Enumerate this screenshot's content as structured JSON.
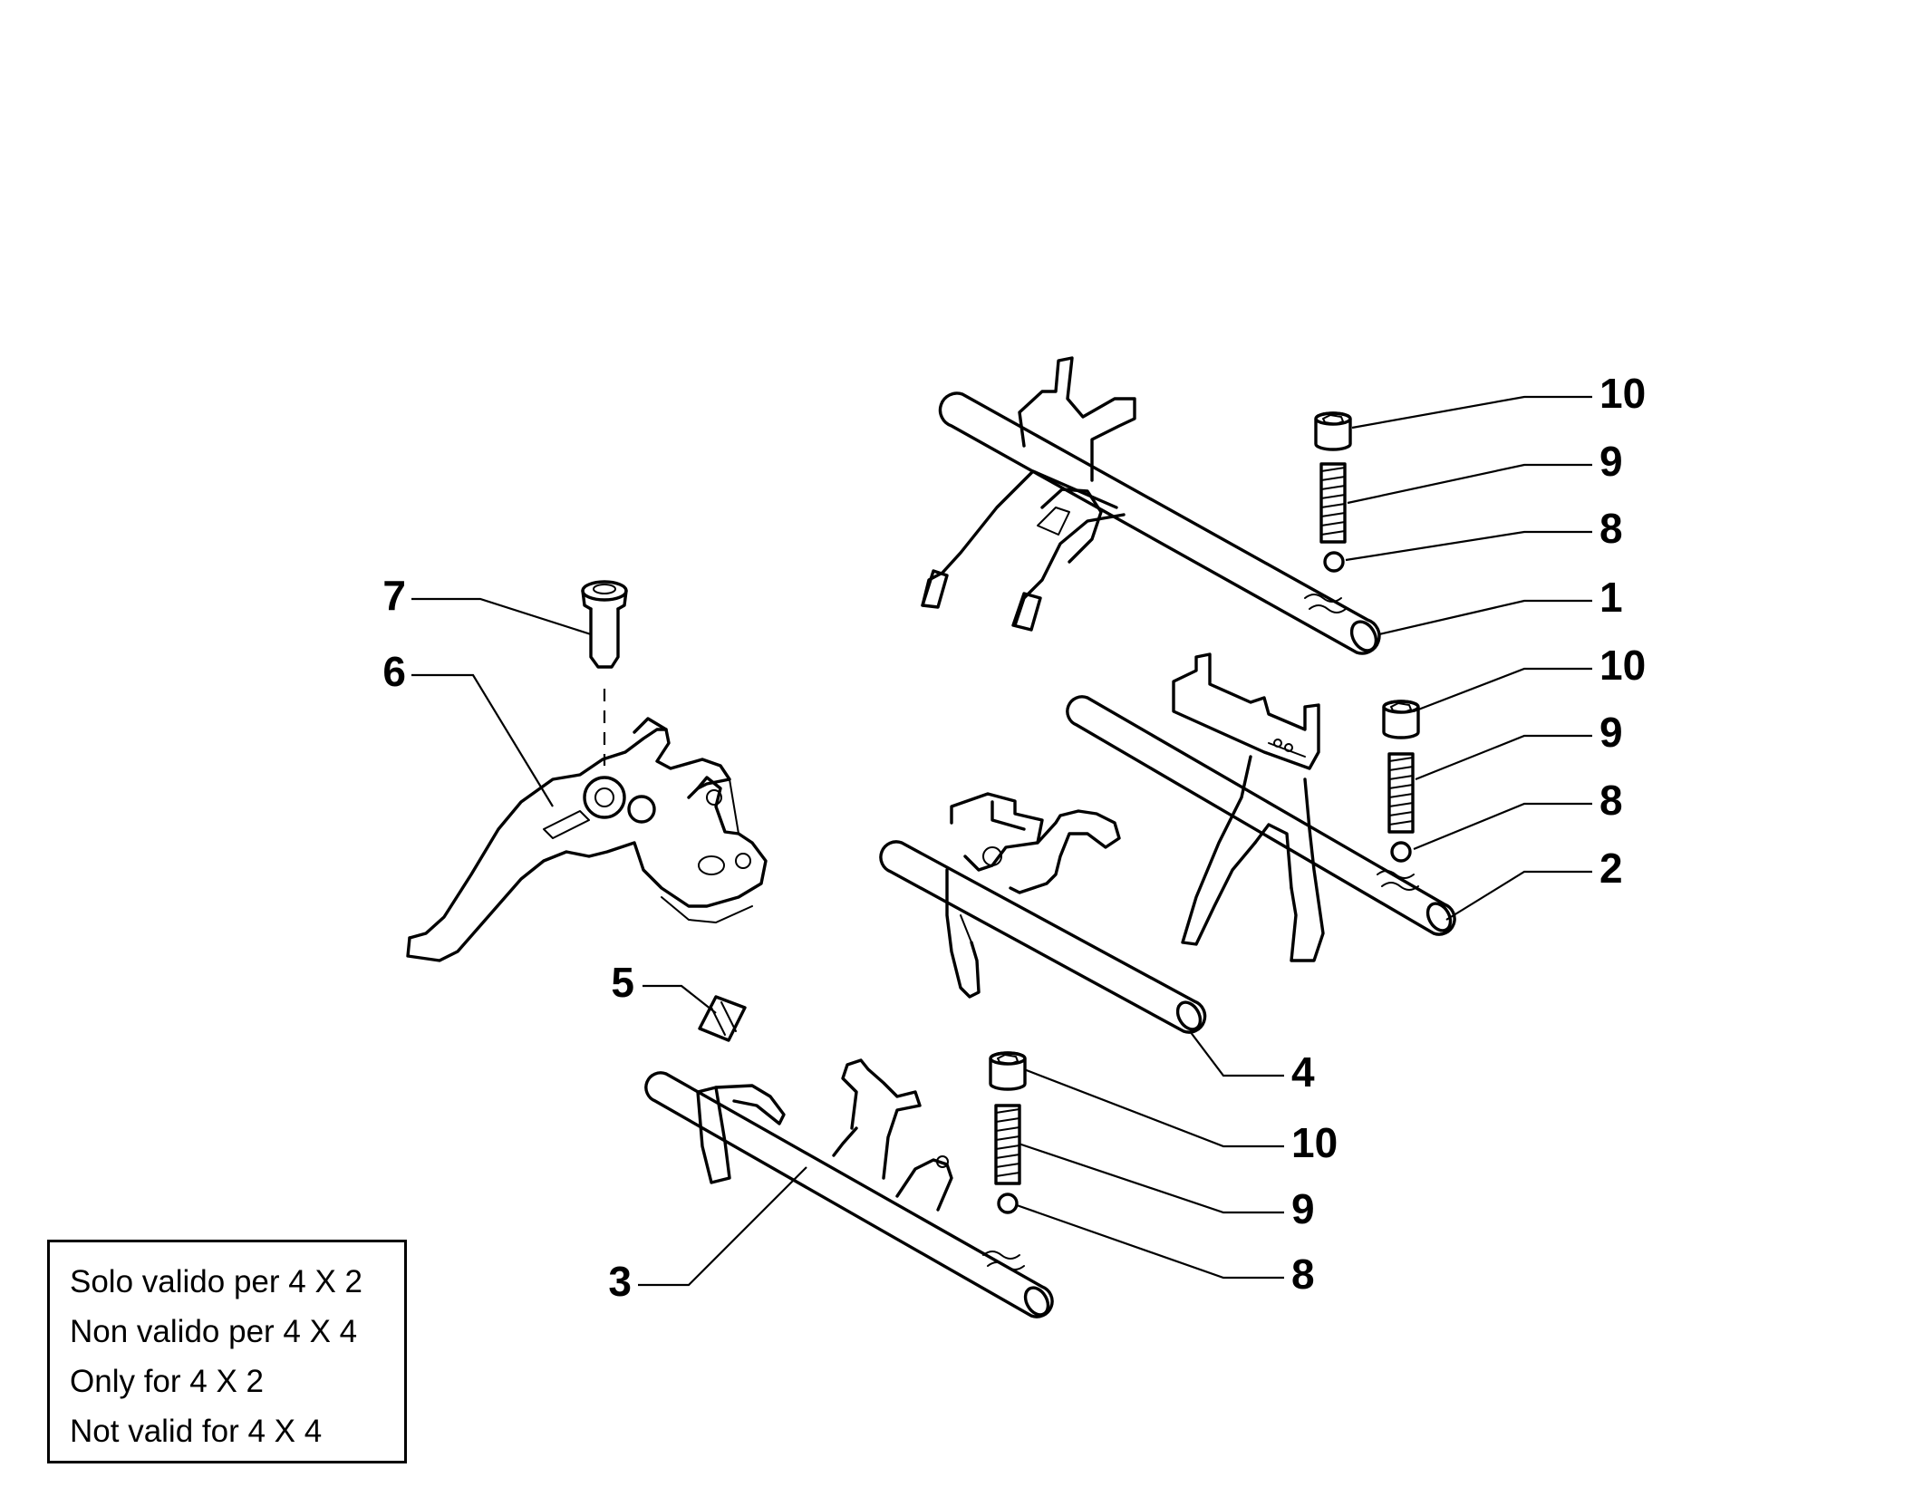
{
  "callouts": [
    {
      "id": "c1",
      "label": "1"
    },
    {
      "id": "c2",
      "label": "2"
    },
    {
      "id": "c3",
      "label": "3"
    },
    {
      "id": "c4",
      "label": "4"
    },
    {
      "id": "c5",
      "label": "5"
    },
    {
      "id": "c6",
      "label": "6"
    },
    {
      "id": "c7",
      "label": "7"
    },
    {
      "id": "c8a",
      "label": "8"
    },
    {
      "id": "c8b",
      "label": "8"
    },
    {
      "id": "c8c",
      "label": "8"
    },
    {
      "id": "c9a",
      "label": "9"
    },
    {
      "id": "c9b",
      "label": "9"
    },
    {
      "id": "c9c",
      "label": "9"
    },
    {
      "id": "c10a",
      "label": "10"
    },
    {
      "id": "c10b",
      "label": "10"
    },
    {
      "id": "c10c",
      "label": "10"
    }
  ],
  "note": {
    "lines": [
      "Solo valido per 4 X 2",
      "Non valido per 4 X 4",
      "Only for 4 X 2",
      "Not valid for 4 X 4"
    ]
  }
}
